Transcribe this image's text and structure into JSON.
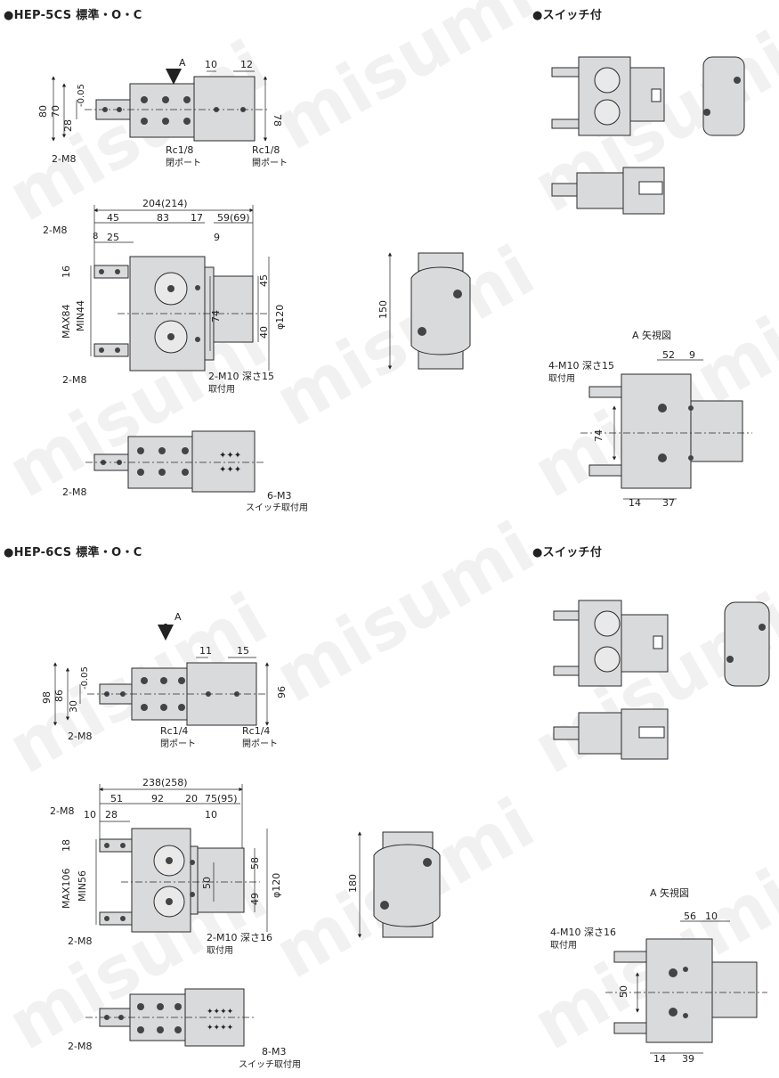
{
  "sections": {
    "hep5_title": "●HEP-5CS 標準・O・C",
    "hep5_switch": "●スイッチ付",
    "hep6_title": "●HEP-6CS 標準・O・C",
    "hep6_switch": "●スイッチ付"
  },
  "watermark": "misumi",
  "hep5": {
    "top": {
      "a": "A",
      "d10": "10",
      "d12": "12",
      "d80": "80",
      "d70": "70",
      "d28": "28",
      "tol": "-0.05",
      "d78": "78",
      "m8": "2-M8",
      "rc1": "Rc1/8",
      "port_close": "閉ポート",
      "rc2": "Rc1/8",
      "port_open": "開ポート"
    },
    "mid": {
      "d204": "204(214)",
      "d45": "45",
      "d83": "83",
      "d17": "17",
      "d59": "59(69)",
      "d8": "8",
      "d25": "25",
      "d9": "9",
      "m8a": "2-M8",
      "d16": "16",
      "max": "MAX84",
      "min": "MIN44",
      "d45b": "45",
      "d74": "74",
      "d40": "40",
      "phi": "φ120",
      "m8b": "2-M8",
      "m10": "2-M10 深さ15",
      "mount": "取付用"
    },
    "side": {
      "d150": "150"
    },
    "bot": {
      "m8": "2-M8",
      "m3": "6-M3",
      "sw": "スイッチ取付用"
    },
    "aview": {
      "title": "A 矢視図",
      "m10": "4-M10 深さ15",
      "mount": "取付用",
      "d52": "52",
      "d9": "9",
      "d74": "74",
      "d14": "14",
      "d37": "37"
    }
  },
  "hep6": {
    "top": {
      "a": "A",
      "d11": "11",
      "d15": "15",
      "d98": "98",
      "d86": "86",
      "d30": "30",
      "tol": "-0.05",
      "d96": "96",
      "m8": "2-M8",
      "rc1": "Rc1/4",
      "port_close": "閉ポート",
      "rc2": "Rc1/4",
      "port_open": "開ポート"
    },
    "mid": {
      "d238": "238(258)",
      "d51": "51",
      "d92": "92",
      "d20": "20",
      "d75": "75(95)",
      "d10": "10",
      "d28": "28",
      "d10b": "10",
      "m8a": "2-M8",
      "d18": "18",
      "max": "MAX106",
      "min": "MIN56",
      "d58": "58",
      "d50": "50",
      "d49": "49",
      "phi": "φ120",
      "m8b": "2-M8",
      "m10": "2-M10 深さ16",
      "mount": "取付用"
    },
    "side": {
      "d180": "180"
    },
    "bot": {
      "m8": "2-M8",
      "m3": "8-M3",
      "sw": "スイッチ取付用"
    },
    "aview": {
      "title": "A 矢視図",
      "m10": "4-M10 深さ16",
      "mount": "取付用",
      "d56": "56",
      "d10": "10",
      "d50": "50",
      "d14": "14",
      "d39": "39"
    }
  },
  "colors": {
    "body": "#d9dadb",
    "line": "#2a2a2a",
    "watermark": "#d0d0d0"
  }
}
